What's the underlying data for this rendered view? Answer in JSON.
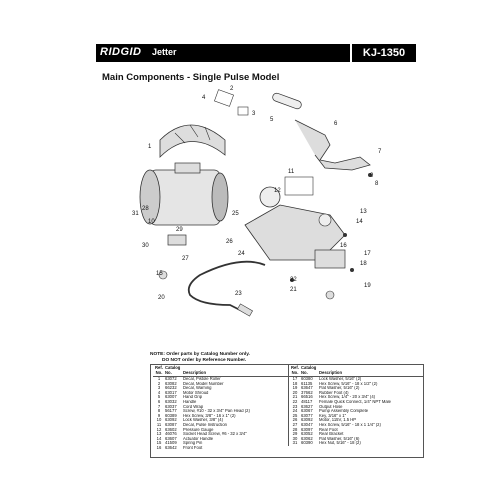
{
  "header": {
    "brand": "RIDGID",
    "product_type": "Jetter",
    "model": "KJ-1350"
  },
  "section_title": "Main Components - Single Pulse Model",
  "diagram_callouts": [
    "1",
    "2",
    "3",
    "4",
    "5",
    "6",
    "7",
    "8",
    "9",
    "10",
    "11",
    "12",
    "13",
    "14",
    "15",
    "16",
    "17",
    "18",
    "19",
    "20",
    "21",
    "22",
    "23",
    "24",
    "25",
    "26",
    "27",
    "28",
    "29",
    "30",
    "31"
  ],
  "note": {
    "line1": "NOTE: Order parts by Catalog Number only.",
    "line2": "DO NOT order by Reference Number."
  },
  "table_headers": {
    "ref": "Ref. No.",
    "catalog": "Catalog No.",
    "description": "Description"
  },
  "parts_left": [
    {
      "ref": "1",
      "cat": "63072",
      "desc": "Decal, Pistole Roller"
    },
    {
      "ref": "2",
      "cat": "63082",
      "desc": "Decal, Model Number"
    },
    {
      "ref": "3",
      "cat": "66232",
      "desc": "Decal, Warning"
    },
    {
      "ref": "4",
      "cat": "63017",
      "desc": "Motor Shroud"
    },
    {
      "ref": "5",
      "cat": "63007",
      "desc": "Hand Grip"
    },
    {
      "ref": "6",
      "cat": "63032",
      "desc": "Handle"
    },
    {
      "ref": "7",
      "cat": "63037",
      "desc": "Cord Wrap"
    },
    {
      "ref": "8",
      "cat": "56177",
      "desc": "Screw, #10 - 32 x 3/4\" Pan Head (2)"
    },
    {
      "ref": "9",
      "cat": "60389",
      "desc": "Hex Screw, 3/8\" - 16 x 1\" (2)"
    },
    {
      "ref": "10",
      "cat": "63092",
      "desc": "Lock Washer, 3/8\" (4)"
    },
    {
      "ref": "11",
      "cat": "63087",
      "desc": "Decal, Pulse Instruction"
    },
    {
      "ref": "12",
      "cat": "63602",
      "desc": "Pressure Gauge"
    },
    {
      "ref": "13",
      "cat": "46076",
      "desc": "Socket Head Screw, #6 - 32 x 3/4\""
    },
    {
      "ref": "14",
      "cat": "63607",
      "desc": "Actuator Handle"
    },
    {
      "ref": "15",
      "cat": "41509",
      "desc": "Spring Pin"
    },
    {
      "ref": "16",
      "cat": "63642",
      "desc": "Front Foot"
    }
  ],
  "parts_right": [
    {
      "ref": "17",
      "cat": "60380",
      "desc": "Lock Washer, 5/16\" (2)"
    },
    {
      "ref": "18",
      "cat": "61135",
      "desc": "Hex Screw, 5/16\" - 18 x 1/2\" (2)"
    },
    {
      "ref": "19",
      "cat": "63647",
      "desc": "Flat Washer, 5/16\" (2)"
    },
    {
      "ref": "20",
      "cat": "37662",
      "desc": "Rubber Foot (4)"
    },
    {
      "ref": "21",
      "cat": "66516",
      "desc": "Hex Screw, 1/4\" - 20 x 3/4\" (4)"
    },
    {
      "ref": "22",
      "cat": "48117",
      "desc": "Female Quick Connect, 1/4\" NPT Male"
    },
    {
      "ref": "23",
      "cat": "63627",
      "desc": "Output Hose"
    },
    {
      "ref": "24",
      "cat": "63067",
      "desc": "Pump Assembly Complete"
    },
    {
      "ref": "25",
      "cat": "63077",
      "desc": "Key, 3/16\" x 1\""
    },
    {
      "ref": "26",
      "cat": "63092",
      "desc": "Motor, 115V, 1.5 HP"
    },
    {
      "ref": "27",
      "cat": "63047",
      "desc": "Hex Screw, 5/16\" - 18 x 1 1/4\" (2)"
    },
    {
      "ref": "28",
      "cat": "63097",
      "desc": "Rear Foot"
    },
    {
      "ref": "29",
      "cat": "63052",
      "desc": "Rear Bracket"
    },
    {
      "ref": "30",
      "cat": "63062",
      "desc": "Flat Washer, 5/16\" (6)"
    },
    {
      "ref": "31",
      "cat": "60390",
      "desc": "Hex Nut, 5/16\" - 18 (2)"
    }
  ]
}
